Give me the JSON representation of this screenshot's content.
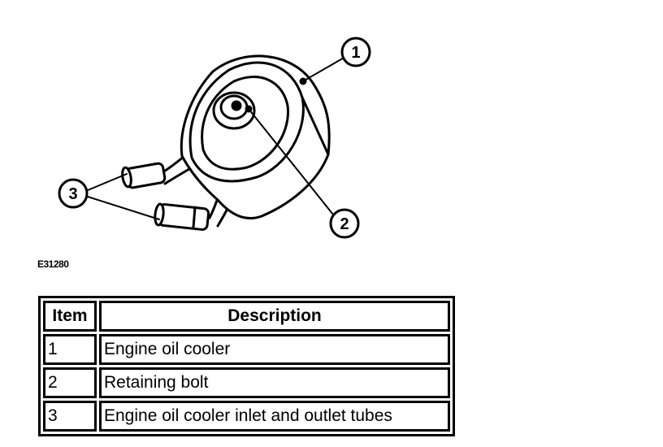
{
  "figure": {
    "code": "E31280",
    "callouts": [
      {
        "id": "callout-1",
        "label": "1"
      },
      {
        "id": "callout-2",
        "label": "2"
      },
      {
        "id": "callout-3",
        "label": "3"
      }
    ]
  },
  "table": {
    "headers": {
      "item": "Item",
      "description": "Description"
    },
    "rows": [
      {
        "item": "1",
        "description": "Engine oil cooler"
      },
      {
        "item": "2",
        "description": "Retaining bolt"
      },
      {
        "item": "3",
        "description": "Engine oil cooler inlet and outlet tubes"
      }
    ]
  }
}
